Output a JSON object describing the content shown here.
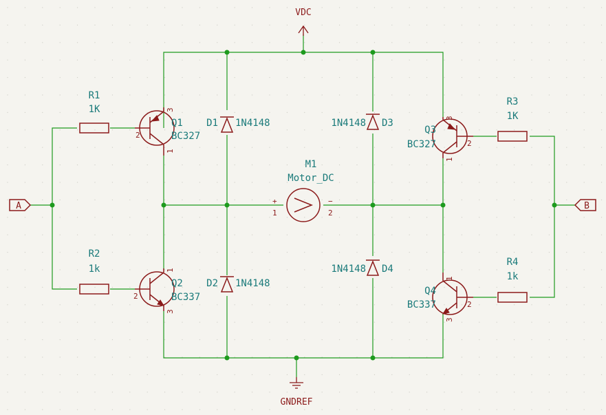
{
  "power": {
    "vdc": "VDC",
    "gnd": "GNDREF"
  },
  "ports": {
    "a": "A",
    "b": "B"
  },
  "resistors": {
    "r1": {
      "ref": "R1",
      "value": "1K"
    },
    "r2": {
      "ref": "R2",
      "value": "1k"
    },
    "r3": {
      "ref": "R3",
      "value": "1K"
    },
    "r4": {
      "ref": "R4",
      "value": "1k"
    }
  },
  "transistors": {
    "q1": {
      "ref": "Q1",
      "value": "BC327",
      "pins": [
        "3",
        "2",
        "1"
      ]
    },
    "q2": {
      "ref": "Q2",
      "value": "BC337",
      "pins": [
        "1",
        "2",
        "3"
      ]
    },
    "q3": {
      "ref": "Q3",
      "value": "BC327",
      "pins": [
        "3",
        "2",
        "1"
      ]
    },
    "q4": {
      "ref": "Q4",
      "value": "BC337",
      "pins": [
        "1",
        "2",
        "3"
      ]
    }
  },
  "diodes": {
    "d1": {
      "ref": "D1",
      "value": "1N4148"
    },
    "d2": {
      "ref": "D2",
      "value": "1N4148"
    },
    "d3": {
      "ref": "D3",
      "value": "1N4148"
    },
    "d4": {
      "ref": "D4",
      "value": "1N4148"
    }
  },
  "motor": {
    "ref": "M1",
    "value": "Motor_DC",
    "plus": "+",
    "minus": "−",
    "pin1": "1",
    "pin2": "2"
  },
  "colors": {
    "wire": "#1e9a1e",
    "symbol": "#8b1a1a",
    "text": "#1a7a7a",
    "background": "#f5f4ef"
  }
}
